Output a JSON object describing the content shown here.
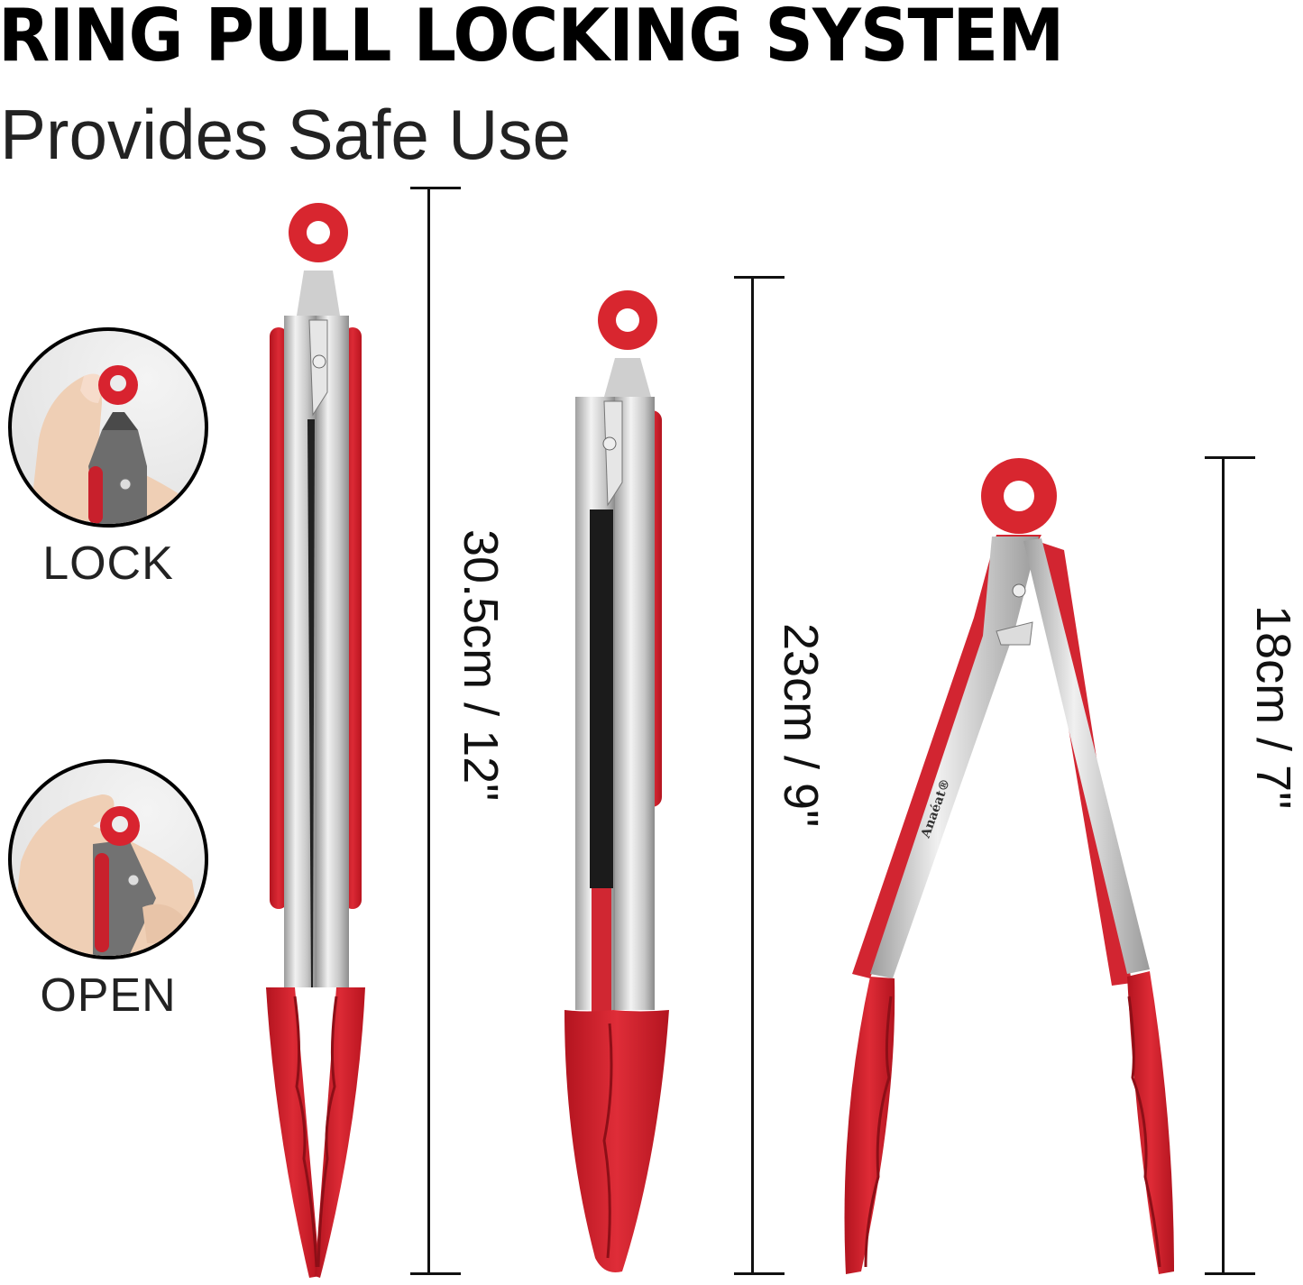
{
  "header": {
    "title": "RING PULL LOCKING SYSTEM",
    "subtitle": "Provides Safe Use"
  },
  "insets": [
    {
      "id": "lock",
      "caption": "LOCK"
    },
    {
      "id": "open",
      "caption": "OPEN"
    }
  ],
  "products": [
    {
      "size_label": "30.5cm / 12\"",
      "length_cm": 30.5,
      "length_in": 12,
      "state": "locked"
    },
    {
      "size_label": "23cm / 9\"",
      "length_cm": 23,
      "length_in": 9,
      "state": "locked"
    },
    {
      "size_label": "18cm / 7\"",
      "length_cm": 18,
      "length_in": 7,
      "state": "open",
      "brand_mark": "Anaéat®"
    }
  ],
  "colors": {
    "silicone_red": "#d8232f",
    "silicone_dark": "#a8121d",
    "steel_light": "#e9e9e9",
    "steel_mid": "#bdbdbd",
    "steel_dark": "#8a8a8a",
    "text": "#111111",
    "background": "#ffffff"
  }
}
